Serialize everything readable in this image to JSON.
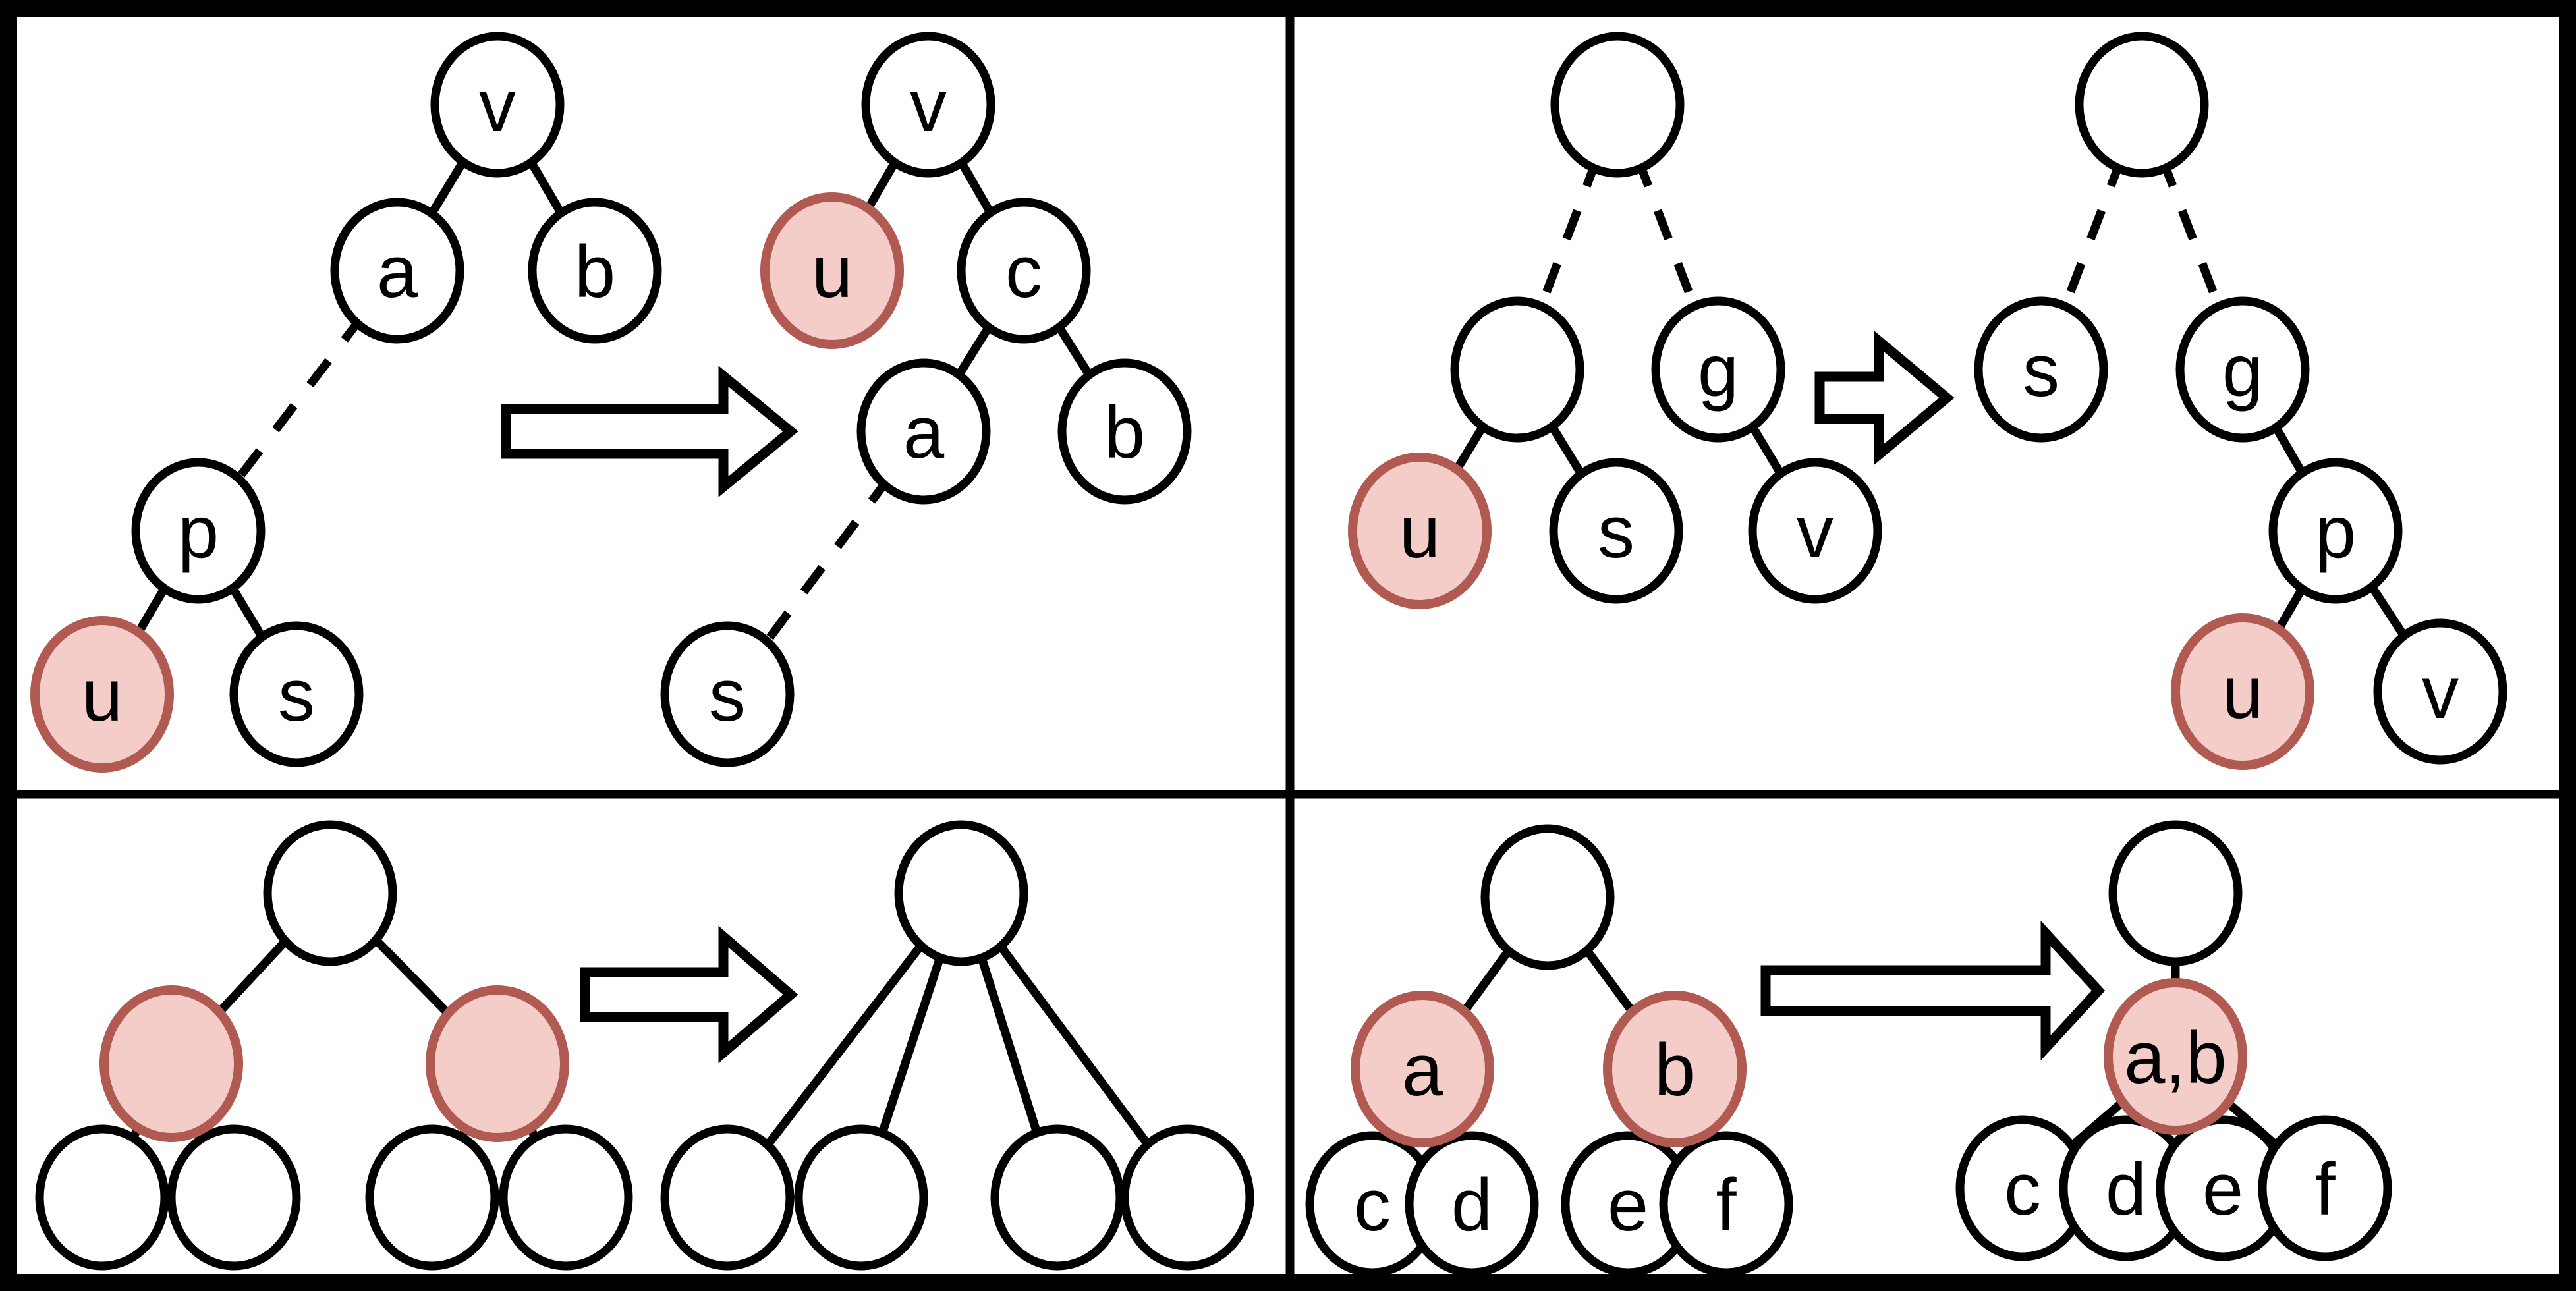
{
  "palette": {
    "background": "#ffffff",
    "line": "#000000",
    "node_fill": "#ffffff",
    "highlight_fill": "#f4cdc9",
    "highlight_stroke": "#b05a52"
  },
  "arrow_icon": "block-arrow-right",
  "panels": {
    "top_left": {
      "position": "top-left",
      "before": {
        "labels": {
          "v": "v",
          "a": "a",
          "b": "b",
          "p": "p",
          "u": "u",
          "s": "s"
        },
        "highlighted": [
          "u"
        ],
        "solid_edges": [
          [
            "v",
            "a"
          ],
          [
            "v",
            "b"
          ],
          [
            "p",
            "u"
          ],
          [
            "p",
            "s"
          ]
        ],
        "dashed_edges": [
          [
            "a",
            "p"
          ]
        ]
      },
      "after": {
        "labels": {
          "v": "v",
          "u": "u",
          "c": "c",
          "a": "a",
          "b": "b",
          "s": "s"
        },
        "highlighted": [
          "u"
        ],
        "solid_edges": [
          [
            "v",
            "u"
          ],
          [
            "v",
            "c"
          ],
          [
            "c",
            "a"
          ],
          [
            "c",
            "b"
          ]
        ],
        "dashed_edges": [
          [
            "a",
            "s"
          ]
        ]
      }
    },
    "top_right": {
      "position": "top-right",
      "before": {
        "labels": {
          "g": "g",
          "u": "u",
          "s": "s",
          "v": "v"
        },
        "unlabeled_nodes": [
          "root",
          "parent"
        ],
        "highlighted": [
          "u"
        ],
        "solid_edges": [
          [
            "parent",
            "u"
          ],
          [
            "parent",
            "s"
          ],
          [
            "g",
            "v"
          ]
        ],
        "dashed_edges": [
          [
            "root",
            "parent"
          ],
          [
            "root",
            "g"
          ]
        ]
      },
      "after": {
        "labels": {
          "s": "s",
          "g": "g",
          "p": "p",
          "u": "u",
          "v": "v"
        },
        "unlabeled_nodes": [
          "root"
        ],
        "highlighted": [
          "u"
        ],
        "solid_edges": [
          [
            "g",
            "p"
          ],
          [
            "p",
            "u"
          ],
          [
            "p",
            "v"
          ]
        ],
        "dashed_edges": [
          [
            "root",
            "s"
          ],
          [
            "root",
            "g"
          ]
        ]
      }
    },
    "bottom_left": {
      "position": "bottom-left",
      "before": {
        "labels": {},
        "unlabeled_nodes": [
          "root",
          "left",
          "right",
          "leaf1",
          "leaf2",
          "leaf3",
          "leaf4"
        ],
        "highlighted": [
          "left",
          "right"
        ],
        "solid_edges": [
          [
            "root",
            "left"
          ],
          [
            "root",
            "right"
          ],
          [
            "left",
            "leaf1"
          ],
          [
            "left",
            "leaf2"
          ],
          [
            "right",
            "leaf3"
          ],
          [
            "right",
            "leaf4"
          ]
        ],
        "dashed_edges": []
      },
      "after": {
        "labels": {},
        "unlabeled_nodes": [
          "root",
          "leaf1",
          "leaf2",
          "leaf3",
          "leaf4"
        ],
        "highlighted": [],
        "solid_edges": [
          [
            "root",
            "leaf1"
          ],
          [
            "root",
            "leaf2"
          ],
          [
            "root",
            "leaf3"
          ],
          [
            "root",
            "leaf4"
          ]
        ],
        "dashed_edges": []
      }
    },
    "bottom_right": {
      "position": "bottom-right",
      "before": {
        "labels": {
          "a": "a",
          "b": "b",
          "c": "c",
          "d": "d",
          "e": "e",
          "f": "f"
        },
        "unlabeled_nodes": [
          "root"
        ],
        "highlighted": [
          "a",
          "b"
        ],
        "solid_edges": [
          [
            "root",
            "a"
          ],
          [
            "root",
            "b"
          ],
          [
            "a",
            "c"
          ],
          [
            "a",
            "d"
          ],
          [
            "b",
            "e"
          ],
          [
            "b",
            "f"
          ]
        ],
        "dashed_edges": []
      },
      "after": {
        "labels": {
          "ab": "a,b",
          "c": "c",
          "d": "d",
          "e": "e",
          "f": "f"
        },
        "unlabeled_nodes": [
          "root"
        ],
        "highlighted": [
          "ab"
        ],
        "solid_edges": [
          [
            "root",
            "ab"
          ],
          [
            "ab",
            "c"
          ],
          [
            "ab",
            "d"
          ],
          [
            "ab",
            "e"
          ],
          [
            "ab",
            "f"
          ]
        ],
        "dashed_edges": []
      }
    }
  }
}
